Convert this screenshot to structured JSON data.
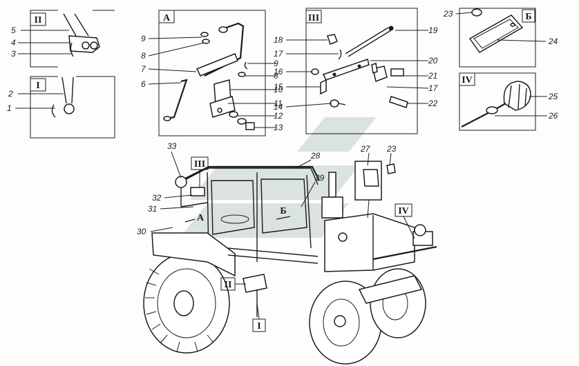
{
  "figure": {
    "views": {
      "view_II": "II",
      "view_I": "I",
      "view_A": "A",
      "view_III": "III",
      "view_B": "Б",
      "view_IV": "IV"
    },
    "callouts": [
      "1",
      "2",
      "3",
      "4",
      "5",
      "6",
      "7",
      "8",
      "9",
      "10",
      "11",
      "12",
      "13",
      "14",
      "15",
      "16",
      "17",
      "18",
      "19",
      "20",
      "21",
      "22",
      "23",
      "24",
      "25",
      "26",
      "27",
      "28",
      "29",
      "30",
      "31",
      "32",
      "33"
    ],
    "tractor_labels": {
      "box_III": "III",
      "box_IV": "IV",
      "box_II": "II",
      "box_I": "I",
      "arrow_A": "A",
      "arrow_B": "Б"
    }
  }
}
